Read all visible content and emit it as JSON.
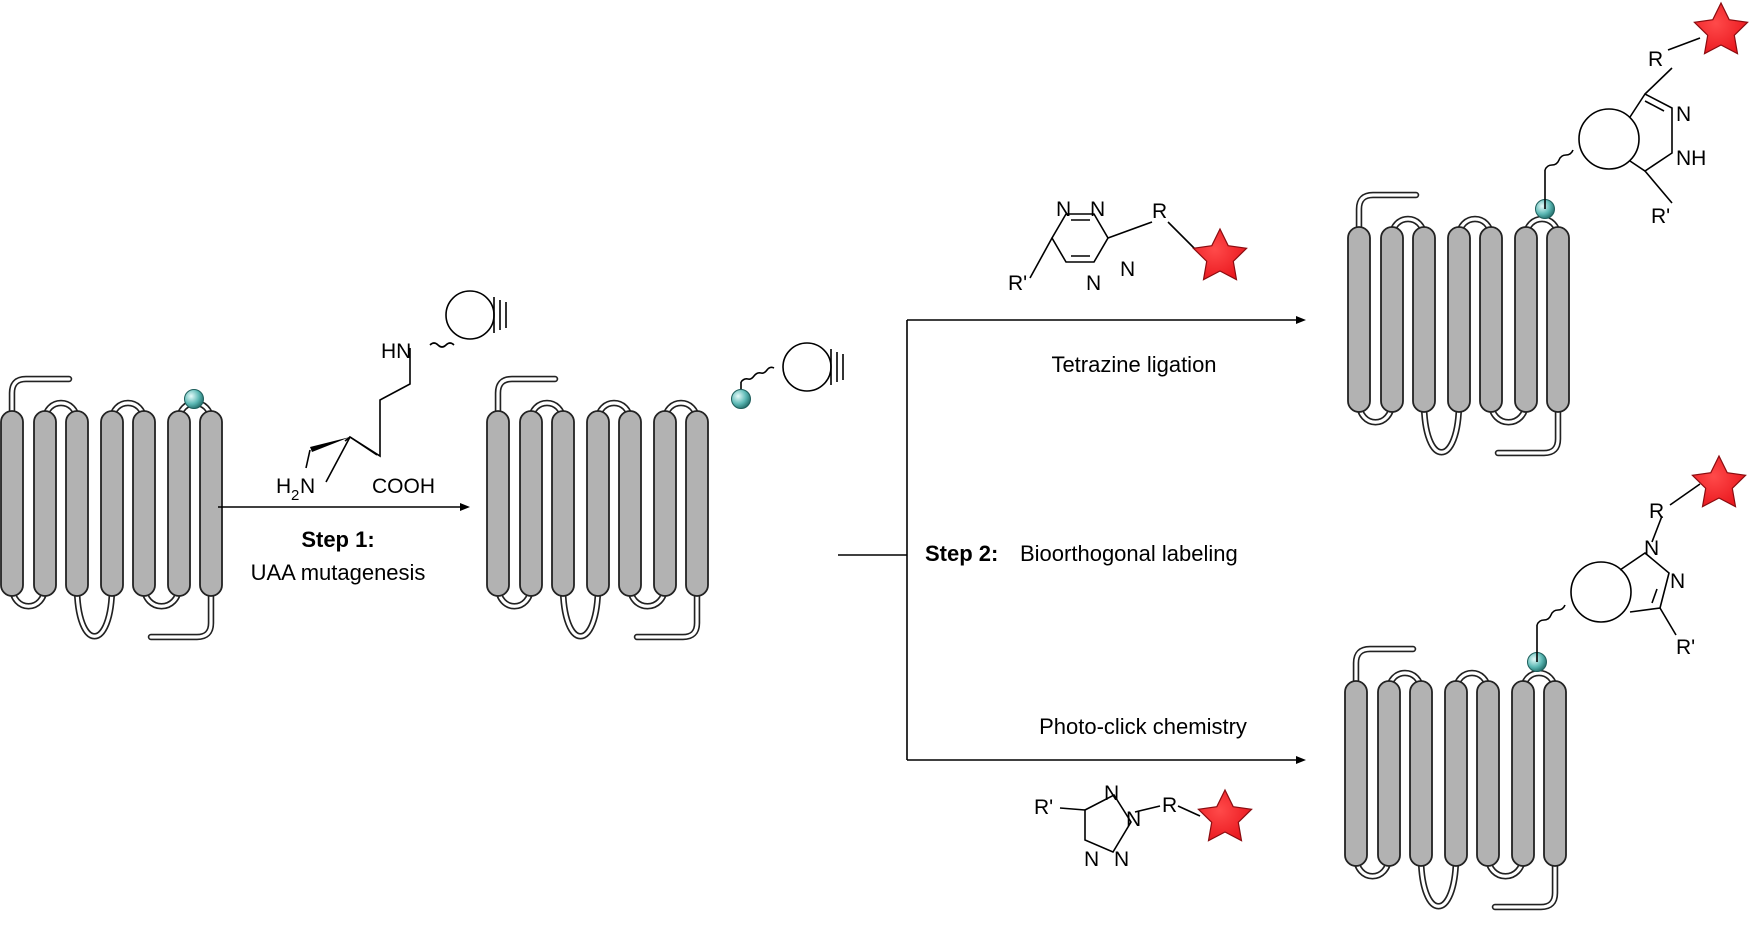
{
  "step1": {
    "title": "Step 1:",
    "subtitle": "UAA mutagenesis"
  },
  "step2": {
    "title": "Step 2:",
    "subtitle": "Bioorthogonal labeling"
  },
  "routes": {
    "top": "Tetrazine ligation",
    "bottom": "Photo-click chemistry"
  },
  "lysine": {
    "amine_n": "HN",
    "h2n_h": "H",
    "h2n_sub": "2",
    "h2n_n": "N",
    "acid": "COOH"
  },
  "tetrazine": {
    "n1": "N",
    "n2": "N",
    "n3": "N",
    "n4": "N",
    "r": "R",
    "rprime": "R'"
  },
  "tetrazole": {
    "n1": "N",
    "n2": "N",
    "n3": "N",
    "n4": "N",
    "r": "R",
    "rprime": "R'"
  },
  "product_top": {
    "r": "R",
    "n": "N",
    "nh": "NH",
    "rprime": "R'"
  },
  "product_bottom": {
    "r": "R",
    "n1": "N",
    "n2": "N",
    "rprime": "R'"
  },
  "colors": {
    "helix": "#b2b2b2",
    "star": "#e8141b",
    "bead": "#5bb8b4"
  },
  "icons": [
    "gpcr-icon",
    "fluorophore-star-icon",
    "uaa-bead-icon",
    "cyclooctyne-ring-icon"
  ]
}
